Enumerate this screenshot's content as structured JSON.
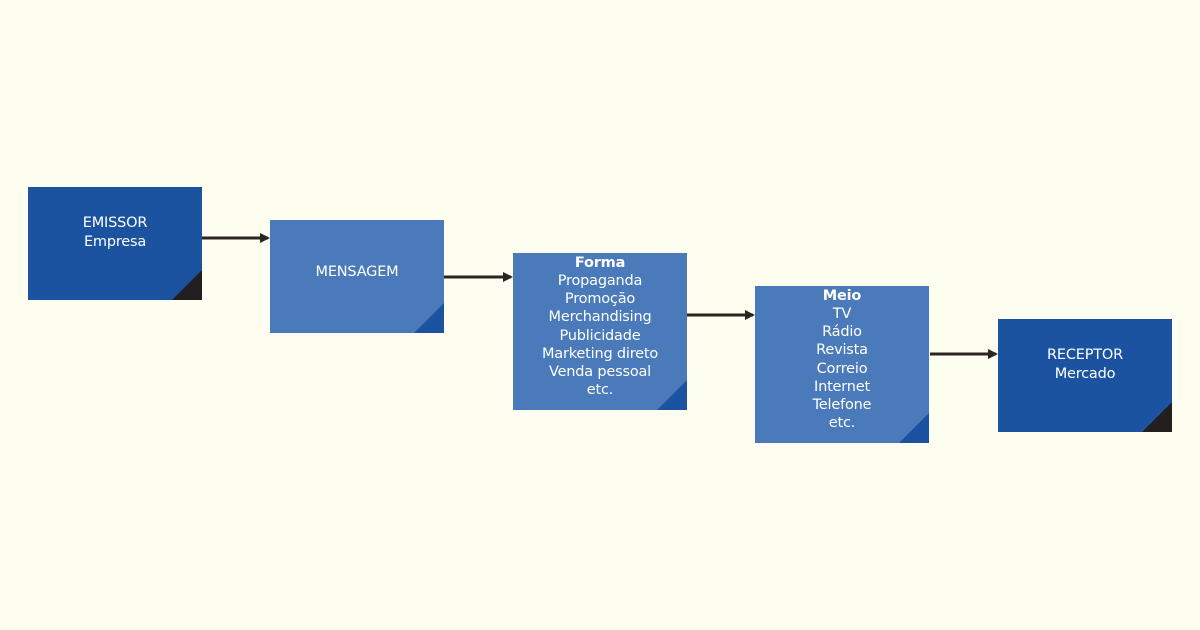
{
  "colors": {
    "background": "#fefef0",
    "dark_box": "#1b53a0",
    "light_box": "#4a7aba",
    "arrow": "#2b2622",
    "fold_dark": "#231f20",
    "fold_blue": "#1b53a0"
  },
  "nodes": {
    "emissor": {
      "title": "EMISSOR",
      "subtitle": "Empresa"
    },
    "mensagem": {
      "title": "MENSAGEM"
    },
    "forma": {
      "title": "Forma",
      "items": [
        "Propaganda",
        "Promoção",
        "Merchandising",
        "Publicidade",
        "Marketing direto",
        "Venda pessoal",
        "etc."
      ]
    },
    "meio": {
      "title": "Meio",
      "items": [
        "TV",
        "Rádio",
        "Revista",
        "Correio",
        "Internet",
        "Telefone",
        "etc."
      ]
    },
    "receptor": {
      "title": "RECEPTOR",
      "subtitle": "Mercado"
    }
  }
}
